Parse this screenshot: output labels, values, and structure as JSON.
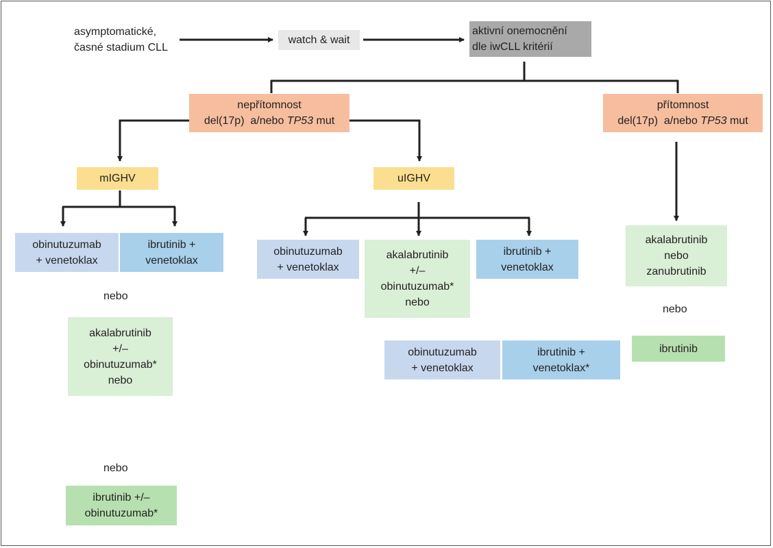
{
  "colors": {
    "watch_wait": "#e8e8e8",
    "active_disease": "#a9a9a9",
    "tp53_status": "#f6be9e",
    "ighv_status": "#fbde8f",
    "obinutuzumab_venetoklax": "#c7d8ee",
    "ibrutinib_venetoklax": "#a8d0ea",
    "akalabrutinib": "#d9efd6",
    "ibrutinib": "#b7e0b0",
    "connector": "#231f20"
  },
  "start": {
    "line1": "asymptomatické,",
    "line2": "časné stadium CLL"
  },
  "watch_wait": {
    "label": "watch & wait"
  },
  "active_disease": {
    "line1": "aktivní onemocnění",
    "line2": "dle iwCLL kritérií"
  },
  "absence": {
    "line1": "nepřítomnost",
    "line2_prefix": "del(17p)  a/nebo ",
    "line2_gene": "TP53",
    "line2_suffix": " mut"
  },
  "presence": {
    "line1": "přítomnost",
    "line2_prefix": "del(17p)  a/nebo ",
    "line2_gene": "TP53",
    "line2_suffix": " mut"
  },
  "mighv": {
    "label": "mIGHV"
  },
  "uighv": {
    "label": "uIGHV"
  },
  "mighv_branch": {
    "obinutuzumab_venetoklax": {
      "line1": "obinutuzumab",
      "line2": "+ venetoklax"
    },
    "ibrutinib_venetoklax": {
      "line1": "ibrutinib +",
      "line2": "venetoklax"
    },
    "or_1": "nebo",
    "akalabrutinib": {
      "line1": "akalabrutinib",
      "line2": "+/–",
      "line3": "obinutuzumab*",
      "line4": "nebo"
    },
    "or_2": "nebo",
    "ibrutinib": {
      "line1": "ibrutinib +/–",
      "line2": "obinutuzumab*"
    }
  },
  "uighv_branch": {
    "obinutuzumab_venetoklax": {
      "line1": "obinutuzumab",
      "line2": "+ venetoklax"
    },
    "akalabrutinib": {
      "line1": "akalabrutinib",
      "line2": "+/–",
      "line3": "obinutuzumab*",
      "line4": "nebo"
    },
    "ibrutinib_venetoklax": {
      "line1": "ibrutinib +",
      "line2": "venetoklax"
    },
    "obinutuzumab_venetoklax_2": {
      "line1": "obinutuzumab",
      "line2": "+ venetoklax"
    },
    "ibrutinib_venetoklax_2": {
      "line1": "ibrutinib +",
      "line2": "venetoklax*"
    }
  },
  "presence_branch": {
    "akala_zanu": {
      "line1": "akalabrutinib",
      "line2": "nebo",
      "line3": "zanubrutinib"
    },
    "or": "nebo",
    "ibrutinib": {
      "line1": "ibrutinib"
    }
  }
}
